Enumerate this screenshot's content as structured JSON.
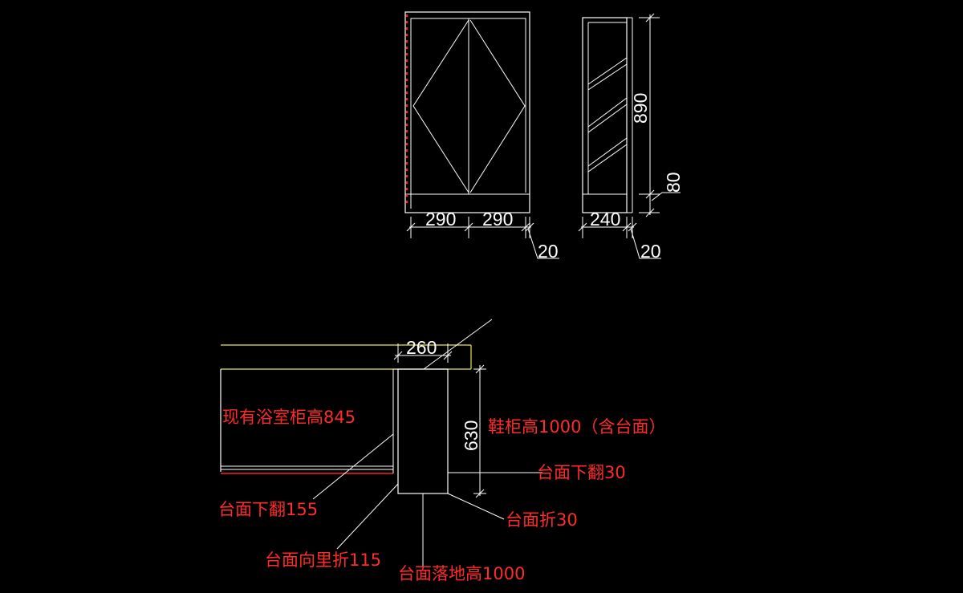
{
  "colors": {
    "background": "#000000",
    "geometry": "#ffffff",
    "countertop": "#e8e84a",
    "annotation": "#ff2a2a"
  },
  "front_view": {
    "dim_left": "290",
    "dim_right": "290",
    "dim_edge": "20"
  },
  "side_view": {
    "dim_depth": "240",
    "dim_edge": "20",
    "dim_height": "890",
    "dim_base": "80"
  },
  "section": {
    "dim_depth": "260",
    "dim_height": "630",
    "notes": {
      "existing_cabinet": "现有浴室柜高845",
      "shoe_cabinet_height": "鞋柜高1000（含台面）",
      "top_fold_down_30": "台面下翻30",
      "top_fold_down_155": "台面下翻155",
      "top_fold_30": "台面折30",
      "top_fold_inward_115": "台面向里折115",
      "top_floor_height": "台面落地高1000"
    }
  }
}
